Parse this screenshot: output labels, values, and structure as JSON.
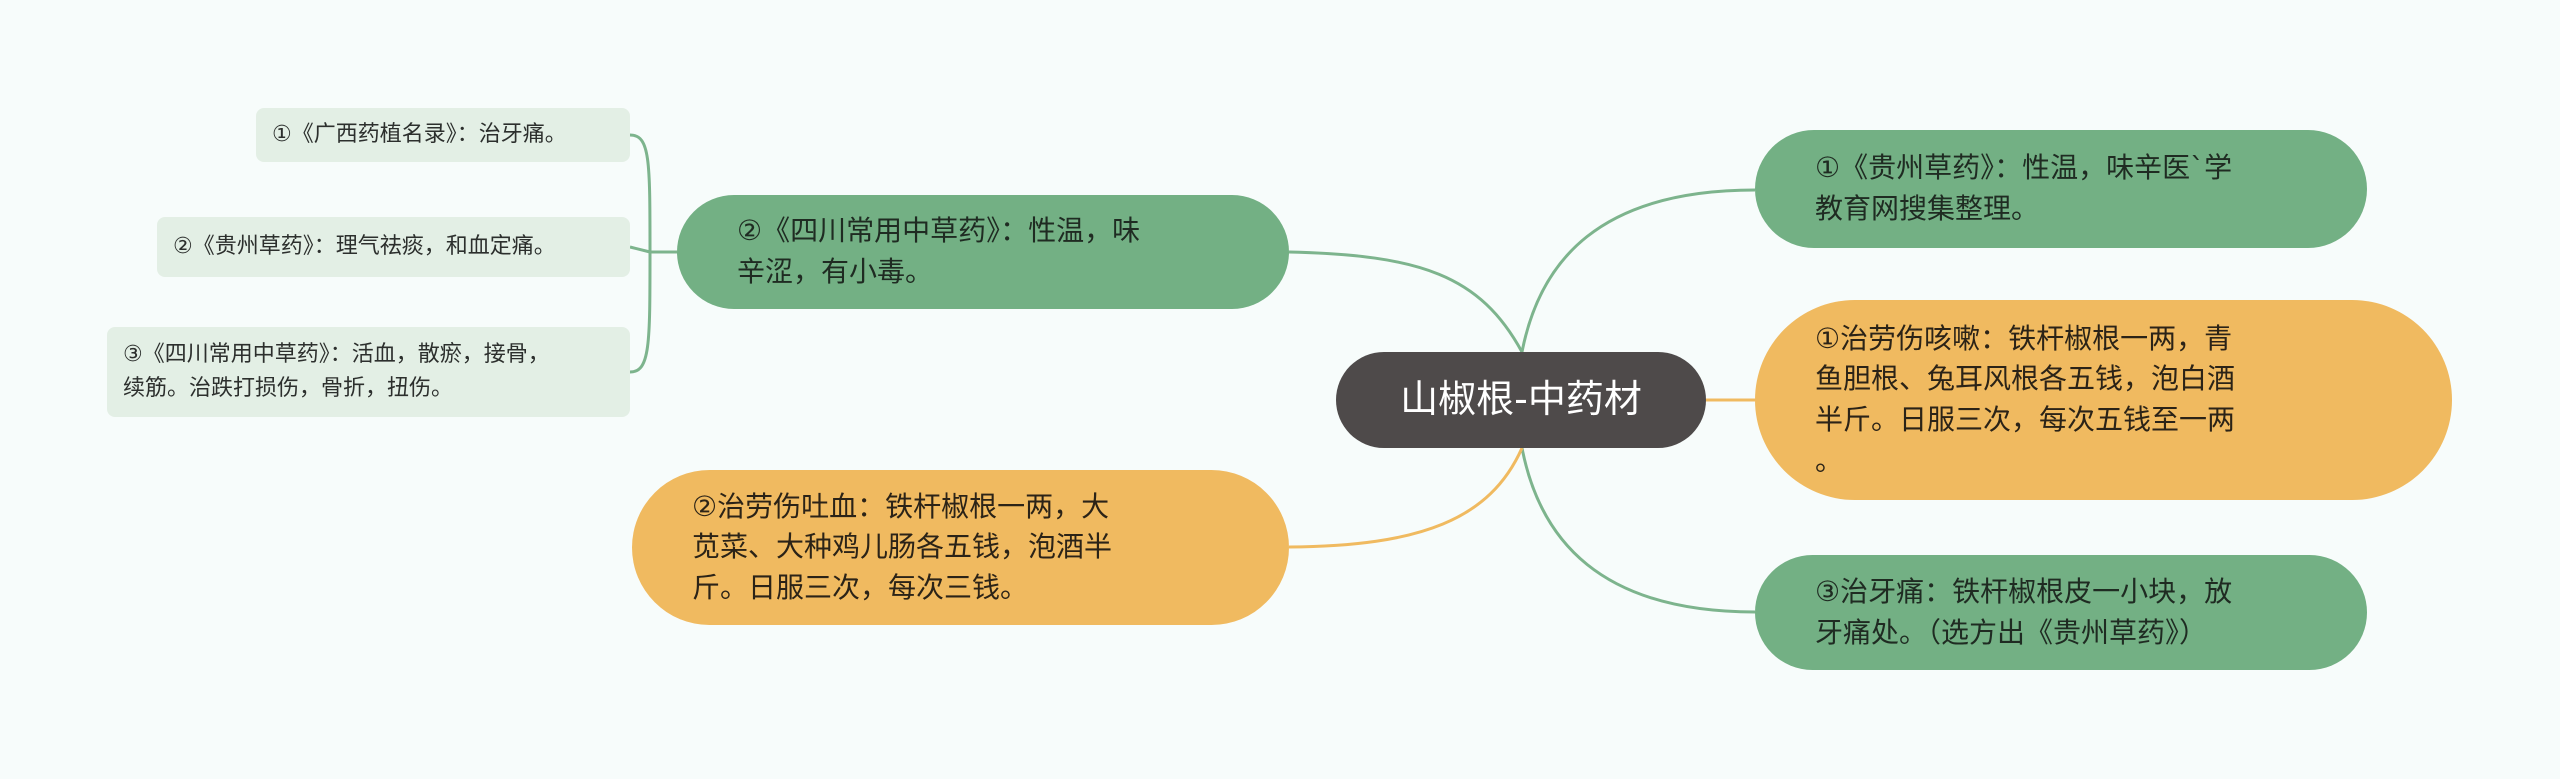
{
  "colors": {
    "background": "#f7fcfb",
    "central": "#4e4a4a",
    "green_branch": "#73b084",
    "orange_branch": "#f0ba60",
    "leaf": "#e3efe5",
    "green_line": "#7db48d",
    "orange_line": "#f0ba60"
  },
  "central": {
    "title": "山椒根-中药材"
  },
  "left": {
    "branch_sichuan": {
      "line1": "②《四川常用中草药》：性温，味",
      "line2": "辛涩，有小毒。"
    },
    "branch_tuxue": {
      "line1": "②治劳伤吐血：铁杆椒根一两，大",
      "line2": "苋菜、大种鸡儿肠各五钱，泡酒半",
      "line3": "斤。日服三次，每次三钱。"
    },
    "leaves": {
      "guangxi": "①《广西药植名录》：治牙痛。",
      "guizhou": "②《贵州草药》：理气祛痰，和血定痛。",
      "sichuan_line1": "③《四川常用中草药》：活血，散瘀，接骨，",
      "sichuan_line2": "续筋。治跌打损伤，骨折，扭伤。"
    }
  },
  "right": {
    "branch_guizhou": {
      "line1": "①《贵州草药》：性温，味辛医`学",
      "line2": "教育网搜集整理。"
    },
    "branch_kesou": {
      "line1": "①治劳伤咳嗽：铁杆椒根一两，青",
      "line2": "鱼胆根、兔耳风根各五钱，泡白酒",
      "line3": "半斤。日服三次，每次五钱至一两",
      "line4": "。"
    },
    "branch_yatong": {
      "line1": "③治牙痛：铁杆椒根皮一小块，放",
      "line2": "牙痛处。（选方出《贵州草药》）"
    }
  }
}
